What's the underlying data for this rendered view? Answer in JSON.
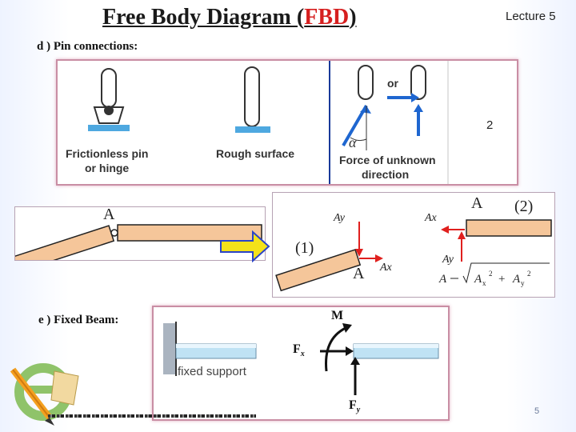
{
  "header": {
    "title_prefix": "Free Body Diagram (",
    "title_highlight": "FBD",
    "title_suffix": ")",
    "lecture": "Lecture 5"
  },
  "sections": {
    "pin": "d ) Pin connections:",
    "fixed": "e ) Fixed Beam:"
  },
  "pin_panel": {
    "label_frictionless_1": "Frictionless pin",
    "label_frictionless_2": "or hinge",
    "label_rough": "Rough surface",
    "label_or": "or",
    "label_alpha": "α",
    "label_force_1": "Force of unknown",
    "label_force_2": "direction",
    "label_number": "2"
  },
  "pin_example": {
    "label_A_left": "A",
    "label_1": "(1)",
    "label_A_mid": "A",
    "label_Ay_1": "Ay",
    "label_Ax_1": "Ax",
    "label_A_right": "A",
    "label_2": "(2)",
    "label_Ax_2": "Ax",
    "label_Ay_2": "Ay"
  },
  "fixed_panel": {
    "label_support": "fixed support",
    "label_M": "M",
    "label_Fx": "F",
    "label_Fx_sub": "x",
    "label_Fy": "F",
    "label_Fy_sub": "y"
  },
  "footer": {
    "page": "5"
  },
  "colors": {
    "panel_border": "#c98ea4",
    "beam_fill": "#f5c69a",
    "arrow_red": "#e0201e",
    "arrow_blue": "#1e66d0",
    "arrow_yellow": "#f4e21a"
  }
}
